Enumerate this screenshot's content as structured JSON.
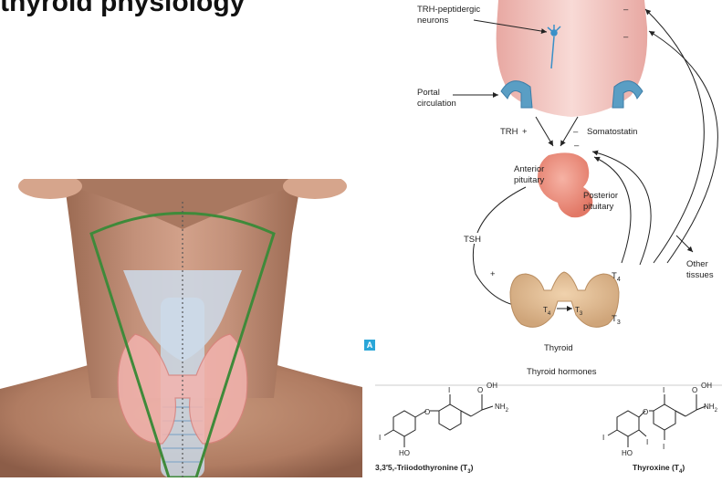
{
  "header": {
    "title": "thyroid physiology"
  },
  "badge": {
    "label": "A"
  },
  "diagram": {
    "trh_neurons": "TRH-peptidergic",
    "trh_neurons_2": "neurons",
    "portal": "Portal",
    "portal_2": "circulation",
    "trh": "TRH",
    "plus": "+",
    "minus": "–",
    "somatostatin": "Somatostatin",
    "anterior": "Anterior",
    "anterior_2": "pituitary",
    "posterior": "Posterior",
    "posterior_2": "pituitary",
    "tsh": "TSH",
    "other": "Other",
    "tissues": "tissues",
    "t4": "T",
    "t4_sub": "4",
    "t3": "T",
    "t3_sub": "3",
    "thyroid": "Thyroid",
    "thyroid_hormones": "Thyroid hormones"
  },
  "molecules": {
    "t3_name": "3,3′5,-Triiodothyronine (T",
    "t3_sub": "3",
    "t4_name": "Thyroxine (T",
    "t4_sub": "4",
    "oh": "OH",
    "o": "O",
    "nh2": "NH",
    "nh2_sub": "2",
    "i": "I",
    "ho": "HO"
  },
  "colors": {
    "skin": "#c48e72",
    "thyroid_gland": "#f0b4b0",
    "pituitary": "#ec8b7a",
    "portal_vessels": "#5a9ec4",
    "hypothalamus": "#f3c9c3",
    "thyroid_tan": "#d9b48a",
    "badge": "#2aa6d8",
    "fov_outline": "#3f8a3a"
  }
}
